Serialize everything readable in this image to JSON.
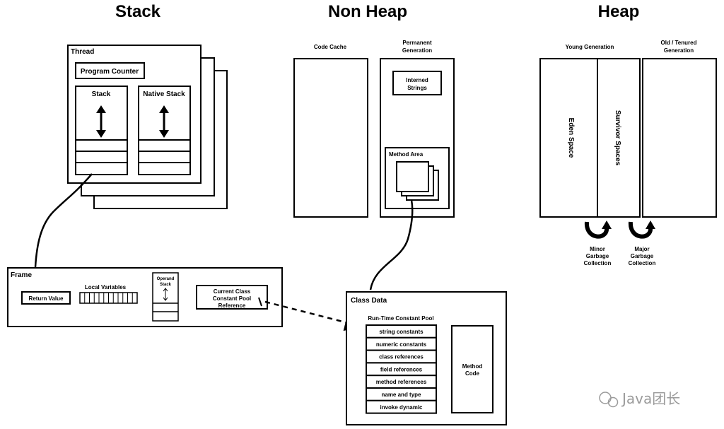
{
  "sections": {
    "stack": "Stack",
    "non_heap": "Non Heap",
    "heap": "Heap"
  },
  "thread": {
    "title": "Thread",
    "program_counter": "Program Counter",
    "stack": "Stack",
    "native_stack": "Native Stack"
  },
  "non_heap": {
    "code_cache": "Code Cache",
    "permanent_generation_line1": "Permanent",
    "permanent_generation_line2": "Generation",
    "interned_strings_line1": "Interned",
    "interned_strings_line2": "Strings",
    "method_area": "Method Area"
  },
  "heap": {
    "young_generation": "Young Generation",
    "old_generation_line1": "Old / Tenured",
    "old_generation_line2": "Generation",
    "eden_space": "Eden Space",
    "survivor_spaces": "Survivor Spaces",
    "minor_gc_line1": "Minor",
    "minor_gc_line2": "Garbage",
    "minor_gc_line3": "Collection",
    "major_gc_line1": "Major",
    "major_gc_line2": "Garbage",
    "major_gc_line3": "Collection"
  },
  "frame": {
    "title": "Frame",
    "return_value": "Return Value",
    "local_variables": "Local Variables",
    "operand_stack_line1": "Operand",
    "operand_stack_line2": "Stack",
    "cp_ref_line1": "Current Class",
    "cp_ref_line2": "Constant Pool",
    "cp_ref_line3": "Reference"
  },
  "class_data": {
    "title": "Class Data",
    "runtime_pool_title": "Run-Time Constant Pool",
    "pool_entries": [
      "string constants",
      "numeric constants",
      "class references",
      "field references",
      "method references",
      "name and type",
      "invoke dynamic"
    ],
    "method_code_line1": "Method",
    "method_code_line2": "Code"
  },
  "watermark": "Java团长"
}
